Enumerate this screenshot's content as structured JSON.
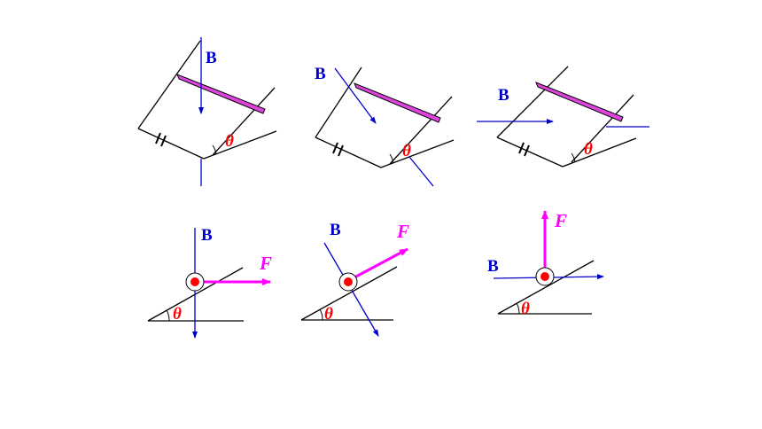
{
  "labels": {
    "field": "B",
    "force": "F",
    "angle": "θ"
  },
  "colors": {
    "field": "#0000cc",
    "force": "#ff00ff",
    "rod_fill": "#dd44dd",
    "angle_label": "#ff0000",
    "particle": "#ff0000",
    "line": "#000000"
  }
}
